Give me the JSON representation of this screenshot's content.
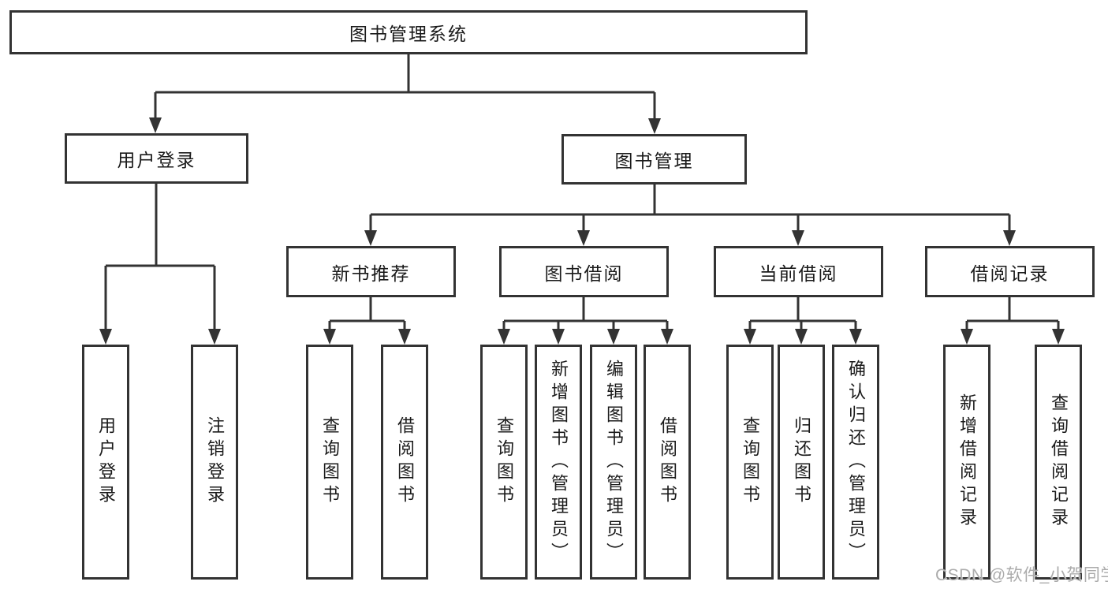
{
  "tree": {
    "label": "图书管理系统",
    "children": [
      {
        "label": "用户登录",
        "children": [
          {
            "label": "用户登录"
          },
          {
            "label": "注销登录"
          }
        ]
      },
      {
        "label": "图书管理",
        "children": [
          {
            "label": "新书推荐",
            "children": [
              {
                "label": "查询图书"
              },
              {
                "label": "借阅图书"
              }
            ]
          },
          {
            "label": "图书借阅",
            "children": [
              {
                "label": "查询图书"
              },
              {
                "label": "新增图书（管理员）"
              },
              {
                "label": "编辑图书（管理员）"
              },
              {
                "label": "借阅图书"
              }
            ]
          },
          {
            "label": "当前借阅",
            "children": [
              {
                "label": "查询图书"
              },
              {
                "label": "归还图书"
              },
              {
                "label": "确认归还（管理员）"
              }
            ]
          },
          {
            "label": "借阅记录",
            "children": [
              {
                "label": "新增借阅记录"
              },
              {
                "label": "查询借阅记录"
              }
            ]
          }
        ]
      }
    ]
  },
  "watermark": "CSDN @软件_小贺同学",
  "colors": {
    "line": "#333333",
    "box_border": "#333333",
    "text": "#1a1a1a",
    "watermark": "#ababab",
    "background": "#ffffff"
  }
}
